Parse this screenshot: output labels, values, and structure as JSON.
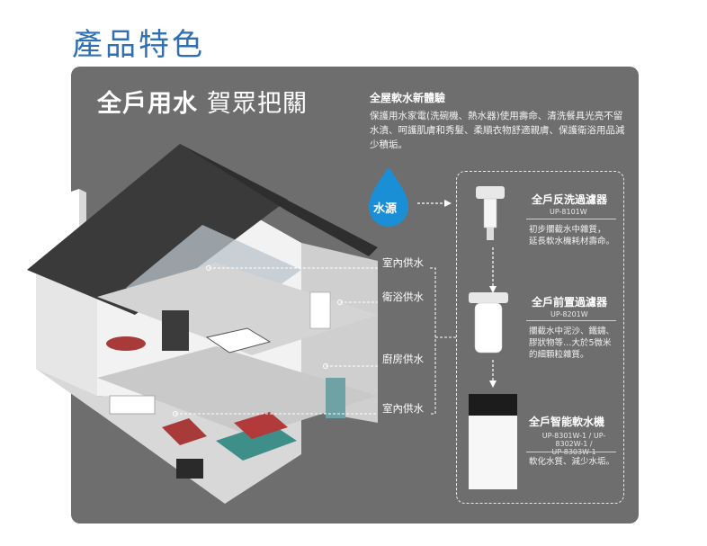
{
  "page_title": "產品特色",
  "hero": {
    "title": "全戶用水",
    "subtitle": "賀眾把關"
  },
  "feature": {
    "title": "全屋軟水新體驗",
    "body": "保護用水家電(洗碗機、熱水器)使用壽命、清洗餐具光亮不留水漬、呵護肌膚和秀髮、柔順衣物舒適親膚、保護衛浴用品減少積垢。"
  },
  "source_label": "水源",
  "supply_labels": [
    "室內供水",
    "衛浴供水",
    "廚房供水",
    "室內供水"
  ],
  "products": [
    {
      "name": "全戶反洗過濾器",
      "model": "UP-8101W",
      "desc": [
        "初步攔截水中雜質，",
        "延長軟水機耗材壽命。"
      ]
    },
    {
      "name": "全戶前置過濾器",
      "model": "UP-8201W",
      "desc": [
        "攔截水中泥沙、鐵鏽、",
        "膠狀物等…大於5微米",
        "的細顆粒雜質。"
      ]
    },
    {
      "name": "全戶智能軟水機",
      "model": [
        "UP-8301W-1 / UP-8302W-1 /",
        "UP-8303W-1"
      ],
      "desc": [
        "軟化水質、減少水垢。"
      ]
    }
  ],
  "colors": {
    "title_blue": "#2f6fb3",
    "panel_gray": "#6e6e6e",
    "water_blue": "#1b8fd6"
  }
}
